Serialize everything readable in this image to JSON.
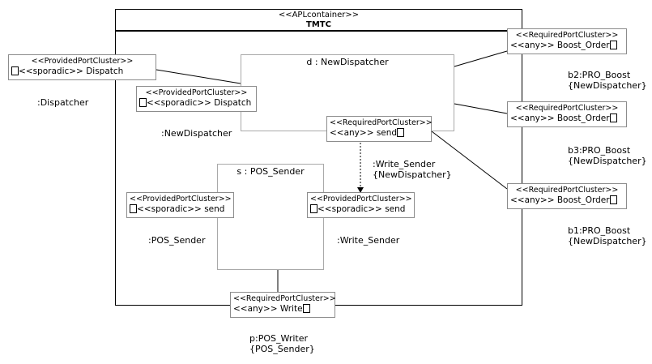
{
  "container": {
    "stereotype": "<<APLcontainer>>",
    "name": "TMTC"
  },
  "parts": {
    "dispatcher": {
      "title": "d : NewDispatcher"
    },
    "sender": {
      "title": "s : POS_Sender"
    }
  },
  "ports": {
    "ext_dispatch": {
      "stereotype": "<<ProvidedPortCluster>>",
      "line": "<<sporadic>> Dispatch"
    },
    "int_dispatch": {
      "stereotype": "<<ProvidedPortCluster>>",
      "line": "<<sporadic>> Dispatch"
    },
    "req_send": {
      "stereotype": "<<RequiredPortCluster>>",
      "line": "<<any>> send"
    },
    "sender_send": {
      "stereotype": "<<ProvidedPortCluster>>",
      "line": "<<sporadic>> send"
    },
    "write_send": {
      "stereotype": "<<ProvidedPortCluster>>",
      "line": "<<sporadic>> send"
    },
    "write": {
      "stereotype": "<<RequiredPortCluster>>",
      "line": "<<any>> Write"
    },
    "boost_b2": {
      "stereotype": "<<RequiredPortCluster>>",
      "line": "<<any>> Boost_Order"
    },
    "boost_b3": {
      "stereotype": "<<RequiredPortCluster>>",
      "line": "<<any>> Boost_Order"
    },
    "boost_b1": {
      "stereotype": "<<RequiredPortCluster>>",
      "line": "<<any>> Boost_Order"
    }
  },
  "labels": {
    "dispatcher": ":Dispatcher",
    "new_dispatcher": ":NewDispatcher",
    "write_sender_top": ":Write_Sender",
    "write_sender_top_type": "{NewDispatcher}",
    "pos_sender": ":POS_Sender",
    "write_sender": ":Write_Sender",
    "b2_name": "b2:PRO_Boost",
    "b2_type": "{NewDispatcher}",
    "b3_name": "b3:PRO_Boost",
    "b3_type": "{NewDispatcher}",
    "b1_name": "b1:PRO_Boost",
    "b1_type": "{NewDispatcher}",
    "p_name": "p:POS_Writer",
    "p_type": "{POS_Sender}"
  }
}
